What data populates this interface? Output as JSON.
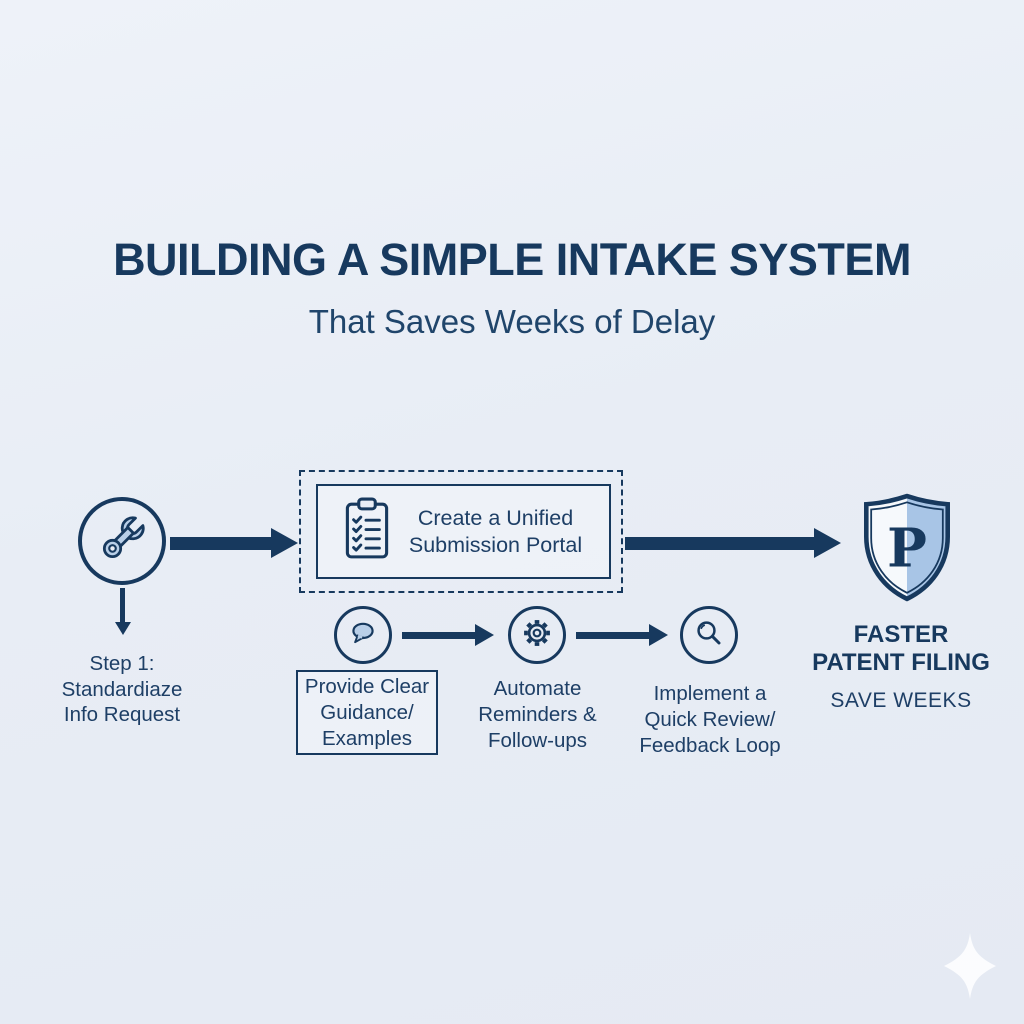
{
  "header": {
    "title": "BUILDING A SIMPLE INTAKE SYSTEM",
    "subtitle": "That Saves Weeks of Delay"
  },
  "flow": {
    "step1": {
      "icon": "wrench-icon",
      "label_lines": [
        "Step 1:",
        "Standardiaze",
        "Info Request"
      ]
    },
    "portal": {
      "icon": "clipboard-icon",
      "label_lines": [
        "Create a Unified",
        "Submission Portal"
      ]
    },
    "substeps": [
      {
        "icon": "chat-bubble-icon",
        "boxed": true,
        "label_lines": [
          "Provide Clear",
          "Guidance/",
          "Examples"
        ]
      },
      {
        "icon": "gear-icon",
        "boxed": false,
        "label_lines": [
          "Automate",
          "Reminders &",
          "Follow-ups"
        ]
      },
      {
        "icon": "magnifier-icon",
        "boxed": false,
        "label_lines": [
          "Implement a",
          "Quick Review/",
          "Feedback Loop"
        ]
      }
    ],
    "result": {
      "icon": "shield-p-icon",
      "shield_letter": "P",
      "title_lines": [
        "FASTER",
        "PATENT FILING"
      ],
      "subtitle": "SAVE WEEKS"
    }
  },
  "colors": {
    "background": "#e9edf5",
    "navy": "#17395e",
    "text": "#1e3f66",
    "icon_fill": "#b9cfe8",
    "shield_left": "#f6f9fc",
    "shield_right": "#a8c5e6",
    "sparkle": "#ffffff"
  }
}
